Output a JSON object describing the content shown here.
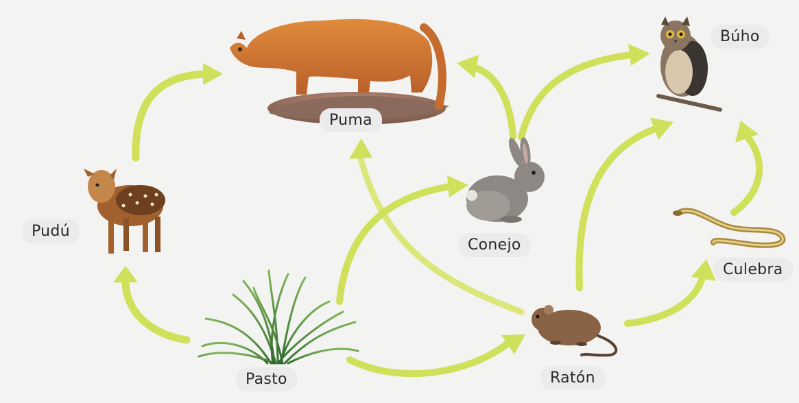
{
  "organisms": {
    "pasto": "Pasto",
    "pudu": "Pudú",
    "puma": "Puma",
    "conejo": "Conejo",
    "raton": "Ratón",
    "culebra": "Culebra",
    "buho": "Búho"
  },
  "colors": {
    "arrow": "#cfe05a",
    "arrow_highlight": "#e3ee7c",
    "label_bg": "#ebebec",
    "background": "#f3f3f1"
  },
  "icons": [
    "grass-icon",
    "deer-icon",
    "puma-icon",
    "rabbit-icon",
    "mouse-icon",
    "snake-icon",
    "owl-icon"
  ],
  "links": [
    {
      "from": "pasto",
      "to": "pudu"
    },
    {
      "from": "pudu",
      "to": "puma"
    },
    {
      "from": "pasto",
      "to": "conejo"
    },
    {
      "from": "pasto",
      "to": "raton"
    },
    {
      "from": "conejo",
      "to": "puma"
    },
    {
      "from": "conejo",
      "to": "buho"
    },
    {
      "from": "raton",
      "to": "puma"
    },
    {
      "from": "raton",
      "to": "buho"
    },
    {
      "from": "raton",
      "to": "culebra"
    },
    {
      "from": "culebra",
      "to": "buho"
    }
  ]
}
